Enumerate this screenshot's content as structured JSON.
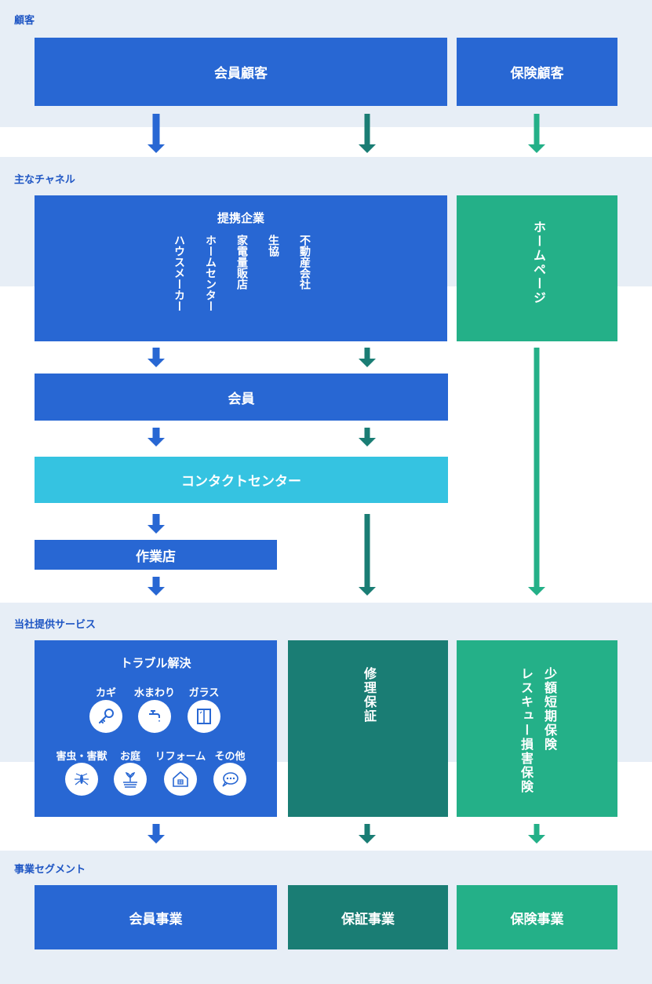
{
  "sections": {
    "customers": "顧客",
    "channels": "主なチャネル",
    "services": "当社提供サービス",
    "segments": "事業セグメント"
  },
  "customers": {
    "member": "会員顧客",
    "insurance": "保険顧客"
  },
  "channels": {
    "partner_title": "提携企業",
    "partners": [
      "不動産会社",
      "生協",
      "家電量販店",
      "ホームセンター",
      "ハウスメーカー"
    ],
    "homepage": "ホームページ",
    "member": "会員",
    "contact_center": "コンタクトセンター",
    "contractor": "作業店"
  },
  "services": {
    "trouble_title": "トラブル解決",
    "items_row1": [
      "カギ",
      "水まわり",
      "ガラス"
    ],
    "items_row2": [
      "害虫・害獣",
      "お庭",
      "リフォーム",
      "その他"
    ],
    "icons_row1": [
      "key-icon",
      "faucet-icon",
      "window-icon"
    ],
    "icons_row2": [
      "mosquito-icon",
      "plant-icon",
      "house-icon",
      "chat-bubble-icon"
    ],
    "repair_warranty": "修理保証",
    "insurance_1": "少額短期保険",
    "insurance_2": "レスキュー損害保険"
  },
  "segments": {
    "member": "会員事業",
    "warranty": "保証事業",
    "insurance": "保険事業"
  },
  "colors": {
    "blue": "#2867d3",
    "teal": "#1a7d74",
    "green": "#24b088",
    "cyan": "#35c3e1",
    "band": "#e7eef6",
    "label": "#1f56c4"
  }
}
